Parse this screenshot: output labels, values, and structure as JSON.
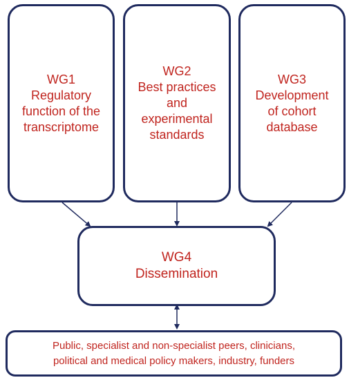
{
  "colors": {
    "border": "#1f2a5e",
    "text": "#c0241e",
    "arrow": "#1f2a5e"
  },
  "wg1": {
    "title": "WG1",
    "lines": [
      "Regulatory",
      "function of the",
      "transcriptome"
    ]
  },
  "wg2": {
    "title": "WG2",
    "lines": [
      "Best practices",
      "and",
      "experimental",
      "standards"
    ]
  },
  "wg3": {
    "title": "WG3",
    "lines": [
      "Development",
      "of cohort",
      "database"
    ]
  },
  "wg4": {
    "title": "WG4",
    "lines": [
      "Dissemination"
    ]
  },
  "stakeholders": {
    "lines": [
      "Public, specialist and non-specialist peers, clinicians,",
      "political and medical policy makers, industry, funders"
    ]
  }
}
